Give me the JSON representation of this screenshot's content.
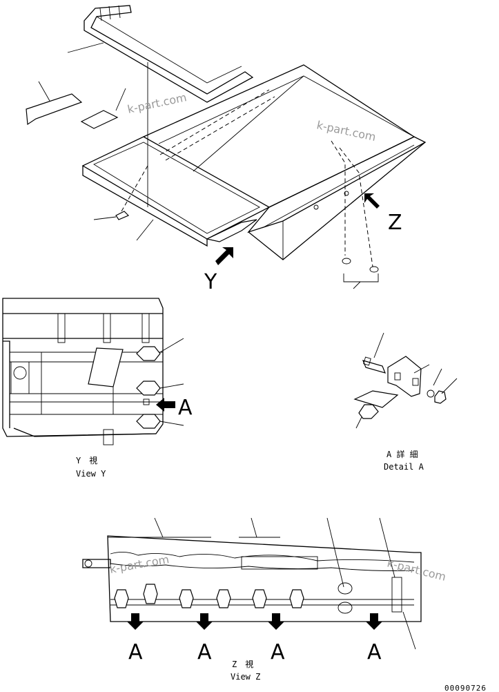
{
  "labels": {
    "y_marker": "Y",
    "z_marker": "Z",
    "detail_marker": "A",
    "view_y_jp": "Y　視",
    "view_y_en": "View Y",
    "detail_a_jp": "A 詳 細",
    "detail_a_en": "Detail A",
    "view_z_jp": "Z　視",
    "view_z_en": "View Z",
    "drawing_code": "00090726"
  },
  "watermark": "k-part.com",
  "colors": {
    "line": "#000000",
    "watermark": "#9a9a9a",
    "background": "#ffffff"
  }
}
